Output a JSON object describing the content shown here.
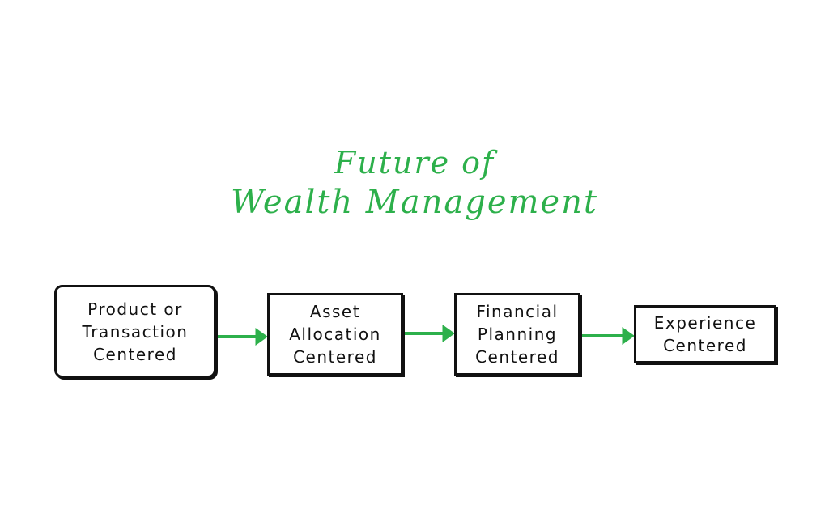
{
  "title": {
    "line1": "Future of",
    "line2": "Wealth Management"
  },
  "stages": [
    {
      "lines": [
        "Product or",
        "Transaction",
        "Centered"
      ]
    },
    {
      "lines": [
        "Asset",
        "Allocation",
        "Centered"
      ]
    },
    {
      "lines": [
        "Financial",
        "Planning",
        "Centered"
      ]
    },
    {
      "lines": [
        "Experience",
        "Centered"
      ]
    }
  ],
  "colors": {
    "accent": "#2db04b",
    "ink": "#111111",
    "background": "#ffffff"
  }
}
